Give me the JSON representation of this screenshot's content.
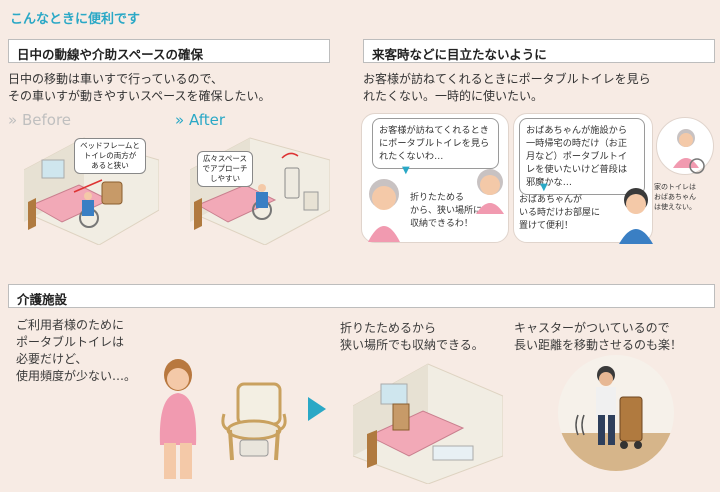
{
  "page_title": "こんなときに便利です",
  "section1": {
    "header": "日中の動線や介助スペースの確保",
    "body_line1": "日中の移動は車いすで行っているので、",
    "body_line2": "その車いすが動きやすいスペースを確保したい。",
    "before_label": "Before",
    "after_label": "After",
    "before_callout": [
      "ベッドフレームと",
      "トイレの両方が",
      "あると狭い"
    ],
    "after_callout": [
      "広々スペース",
      "でアプローチ",
      "しやすい"
    ]
  },
  "section2": {
    "header": "来客時などに目立たないように",
    "body_line1": "お客様が訪ねてくれるときにポータブルトイレを見ら",
    "body_line2": "れたくない。一時的に使いたい。",
    "bubble_a": [
      "お客様が訪ねてくれるとき",
      "にポータブルトイレを見ら",
      "れたくないわ…"
    ],
    "bubble_b": [
      "折りたためる",
      "から、狭い場所にも",
      "収納できるわ！"
    ],
    "bubble_c": [
      "おばあちゃんが施設から",
      "一時帰宅の時だけ（お正",
      "月など）ポータブルトイ",
      "レを使いたいけど普段は",
      "邪魔かな…"
    ],
    "bubble_d": [
      "おばあちゃんが",
      "いる時だけお部屋に",
      "置けて便利！"
    ],
    "side_note": [
      "家のトイレは",
      "おばあちゃん",
      "は使えない。"
    ]
  },
  "section3": {
    "header": "介護施設",
    "left_text": [
      "ご利用者様のために",
      "ポータブルトイレは",
      "必要だけど、",
      "使用頻度が少ない…。"
    ],
    "mid_text": [
      "折りたためるから",
      "狭い場所でも収納できる。"
    ],
    "right_text": [
      "キャスターがついているので",
      "長い距離を移動させるのも楽！"
    ]
  },
  "colors": {
    "accent": "#2aa8c6",
    "background": "#f7ebe4",
    "bed_pink": "#f2a9b7",
    "wood": "#b07a3f"
  }
}
